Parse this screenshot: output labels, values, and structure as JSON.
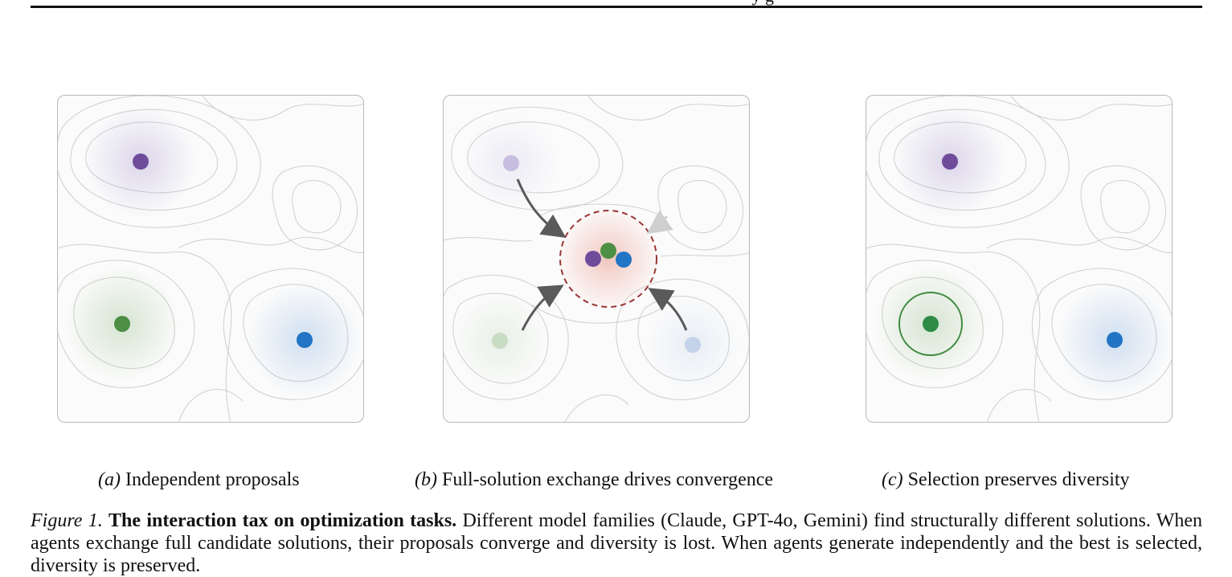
{
  "header": {
    "running_title": "y   g"
  },
  "colors": {
    "purple": "#6f4c9b",
    "green": "#4d8f45",
    "dark_green": "#2e8b45",
    "blue": "#2274c4",
    "contour": "#cfcfcf",
    "convergence_ring": "#9b3535",
    "arrow": "#5a5a5a"
  },
  "panels": [
    {
      "tag": "(a)",
      "label": "Independent proposals"
    },
    {
      "tag": "(b)",
      "label": "Full-solution exchange drives convergence"
    },
    {
      "tag": "(c)",
      "label": "Selection preserves diversity"
    }
  ],
  "caption": {
    "figure_label": "Figure 1.",
    "title": "The interaction tax on optimization tasks.",
    "body": "Different model families (Claude, GPT-4o, Gemini) find structurally different solutions. When agents exchange full candidate solutions, their proposals converge and diversity is lost. When agents generate independently and the best is selected, diversity is preserved."
  },
  "icons": [
    "purple-solution-dot",
    "green-solution-dot",
    "blue-solution-dot",
    "convergence-arrow",
    "selection-ring"
  ]
}
